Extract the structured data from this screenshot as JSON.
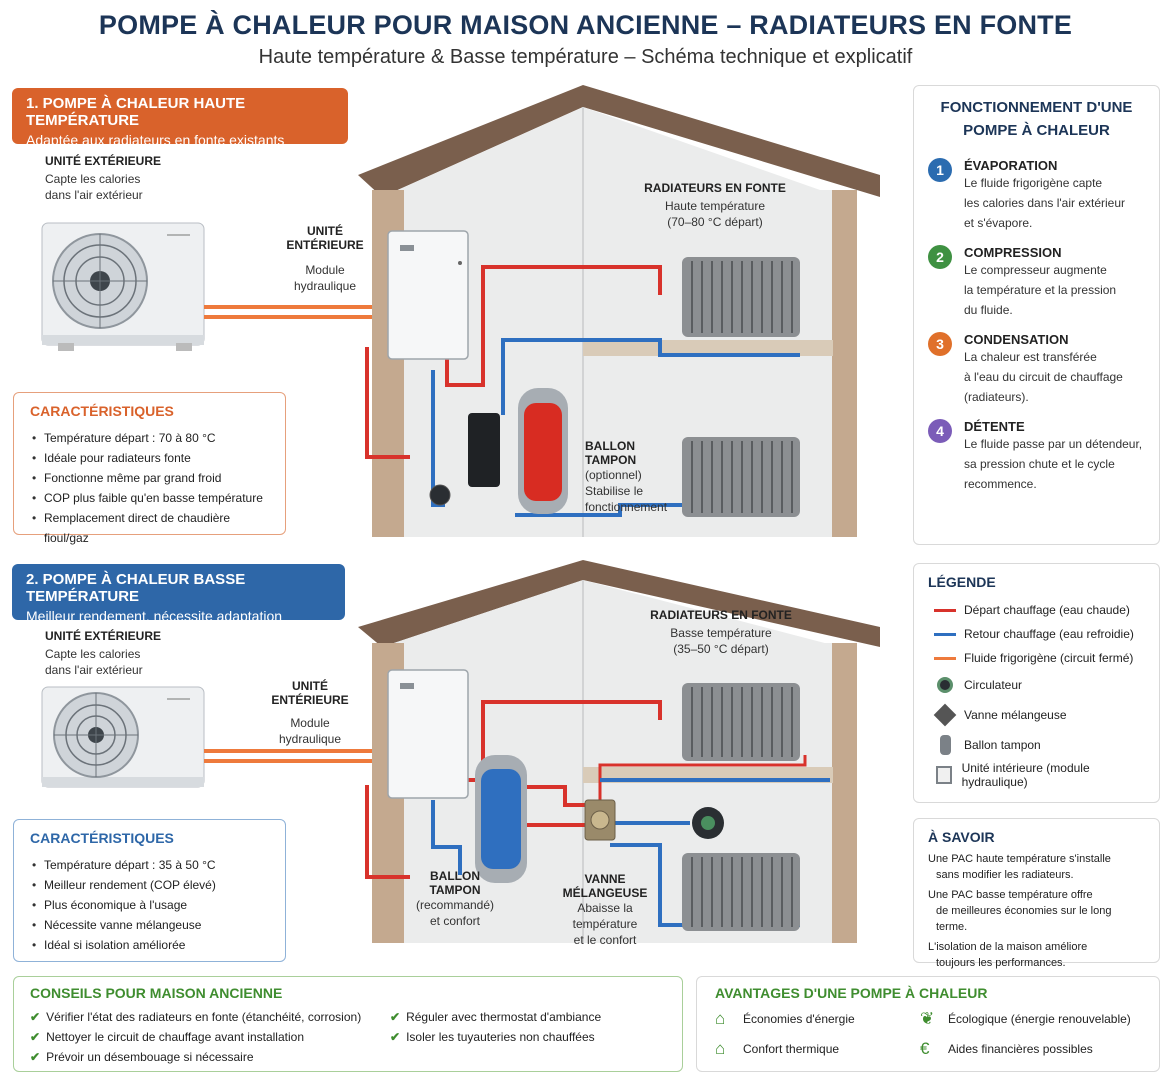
{
  "header": {
    "title": "POMPE À CHALEUR POUR MAISON ANCIENNE – RADIATEURS EN FONTE",
    "subtitle": "Haute température & Basse température – Schéma technique et explicatif"
  },
  "section_ht": {
    "banner_title": "1. POMPE À CHALEUR HAUTE TEMPÉRATURE",
    "banner_sub": "Adaptée aux radiateurs en fonte existants",
    "outdoor_title": "UNITÉ EXTÉRIEURE",
    "outdoor_line1": "Capte les calories",
    "outdoor_line2": "dans l'air extérieur",
    "indoor_title": "UNITÉ ENTÉRIEURE",
    "indoor_line1": "Module",
    "indoor_line2": "hydraulique",
    "radiators_title": "RADIATEURS EN FONTE",
    "radiators_line1": "Haute température",
    "radiators_line2": "(70–80 °C départ)",
    "tank_title1": "BALLON",
    "tank_title2": "TAMPON",
    "tank_line1": "(optionnel)",
    "tank_line2": "Stabilise le",
    "tank_line3": "fonctionnement",
    "features_title": "CARACTÉRISTIQUES",
    "features": [
      "Température départ : 70 à 80 °C",
      "Idéale pour radiateurs fonte",
      "Fonctionne même par grand froid",
      "COP plus faible qu'en basse température",
      "Remplacement direct de chaudière fioul/gaz"
    ]
  },
  "section_bt": {
    "banner_title": "2. POMPE À CHALEUR BASSE TEMPÉRATURE",
    "banner_sub": "Meilleur rendement, nécessite adaptation",
    "outdoor_title": "UNITÉ EXTÉRIEURE",
    "outdoor_line1": "Capte les calories",
    "outdoor_line2": "dans l'air extérieur",
    "indoor_title": "UNITÉ ENTÉRIEURE",
    "indoor_line1": "Module",
    "indoor_line2": "hydraulique",
    "radiators_title": "RADIATEURS EN FONTE",
    "radiators_line1": "Basse température",
    "radiators_line2": "(35–50 °C départ)",
    "tank_title1": "BALLON",
    "tank_title2": "TAMPON",
    "tank_line1": "(recommandé)",
    "tank_line2": "et confort",
    "valve_title1": "VANNE",
    "valve_title2": "MÉLANGEUSE",
    "valve_line1": "Abaisse la température",
    "valve_line2": "et le confort",
    "features_title": "CARACTÉRISTIQUES",
    "features": [
      "Température départ : 35 à 50 °C",
      "Meilleur rendement (COP élevé)",
      "Plus économique à l'usage",
      "Nécessite vanne mélangeuse",
      "Idéal si isolation améliorée"
    ]
  },
  "how_it_works": {
    "title1": "FONCTIONNEMENT D'UNE",
    "title2": "POMPE À CHALEUR",
    "steps": [
      {
        "num": "1",
        "title": "ÉVAPORATION",
        "l1": "Le fluide frigorigène capte",
        "l2": "les calories dans l'air extérieur",
        "l3": "et s'évapore.",
        "color": "#2b6cb0"
      },
      {
        "num": "2",
        "title": "COMPRESSION",
        "l1": "Le compresseur augmente",
        "l2": "la température et la pression",
        "l3": "du fluide.",
        "color": "#3f9142"
      },
      {
        "num": "3",
        "title": "CONDENSATION",
        "l1": "La chaleur est transférée",
        "l2": "à l'eau du circuit de chauffage",
        "l3": "(radiateurs).",
        "color": "#e0702a"
      },
      {
        "num": "4",
        "title": "DÉTENTE",
        "l1": "Le fluide passe par un détendeur,",
        "l2": "sa pression chute et le cycle",
        "l3": "recommence.",
        "color": "#7b5cb8"
      }
    ]
  },
  "legend": {
    "title": "LÉGENDE",
    "items": [
      {
        "label": "Départ chauffage (eau chaude)",
        "icon": "red-line",
        "color": "#d8322b"
      },
      {
        "label": "Retour chauffage (eau refroidie)",
        "icon": "blue-line",
        "color": "#2e6fc0"
      },
      {
        "label": "Fluide frigorigène (circuit fermé)",
        "icon": "orange-line",
        "color": "#ee7a3c"
      },
      {
        "label": "Circulateur",
        "icon": "circulator-icon"
      },
      {
        "label": "Vanne mélangeuse",
        "icon": "mixing-valve-icon"
      },
      {
        "label": "Ballon tampon",
        "icon": "buffer-tank-icon"
      },
      {
        "label": "Unité intérieure (module hydraulique)",
        "icon": "indoor-unit-icon"
      }
    ]
  },
  "good_to_know": {
    "title": "À SAVOIR",
    "items": [
      {
        "l1": "Une PAC haute température s'installe",
        "l2": "sans modifier les radiateurs."
      },
      {
        "l1": "Une PAC basse température offre",
        "l2": "de meilleures économies sur le long terme."
      },
      {
        "l1": "L'isolation de la maison améliore",
        "l2": "toujours les performances."
      }
    ]
  },
  "advice": {
    "title": "CONSEILS POUR MAISON ANCIENNE",
    "col1": [
      "Vérifier l'état des radiateurs en fonte (étanchéité, corrosion)",
      "Nettoyer le circuit de chauffage avant installation",
      "Prévoir un désembouage si nécessaire"
    ],
    "col2": [
      "Réguler avec thermostat d'ambiance",
      "Isoler les tuyauteries non chauffées"
    ]
  },
  "advantages": {
    "title": "AVANTAGES D'UNE POMPE À CHALEUR",
    "items": [
      {
        "label": "Économies d'énergie",
        "icon": "house-icon"
      },
      {
        "label": "Écologique (énergie renouvelable)",
        "icon": "leaf-icon"
      },
      {
        "label": "Confort thermique",
        "icon": "home-icon"
      },
      {
        "label": "Aides financières possibles",
        "icon": "euro-icon"
      }
    ]
  },
  "colors": {
    "orange_banner": "#d9622b",
    "blue_banner": "#2e67a8",
    "hot": "#d8322b",
    "cold": "#2e6fc0",
    "refrigerant": "#ee7a3c",
    "green": "#3f8d2f"
  }
}
